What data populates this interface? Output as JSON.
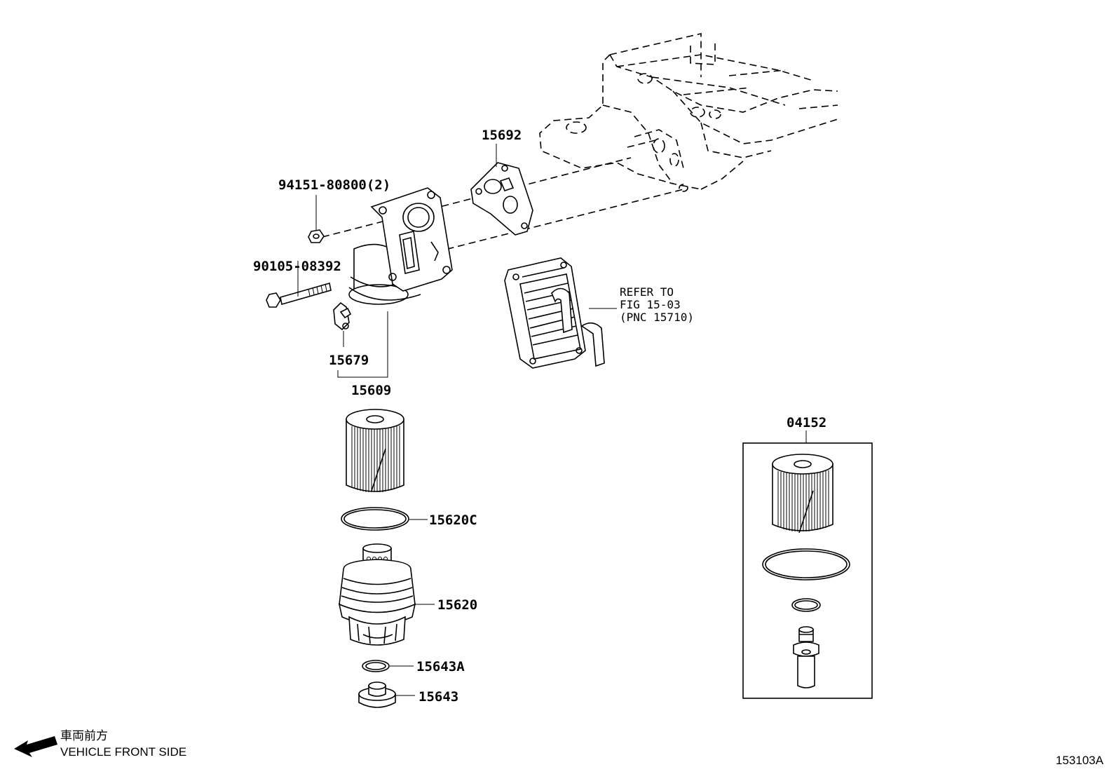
{
  "diagram": {
    "part_labels": {
      "p15692": "15692",
      "p94151": "94151-80800(2)",
      "p90105": "90105-08392",
      "p15679": "15679",
      "p15609": "15609",
      "p15620c": "15620C",
      "p15620": "15620",
      "p15643a": "15643A",
      "p15643": "15643",
      "p04152": "04152"
    },
    "refer_note": {
      "line1": "REFER TO",
      "line2": "FIG 15-03",
      "line3": "(PNC 15710)"
    },
    "front_indicator": {
      "japanese": "車両前方",
      "english": "VEHICLE FRONT SIDE"
    },
    "figure_id": "153103A"
  }
}
